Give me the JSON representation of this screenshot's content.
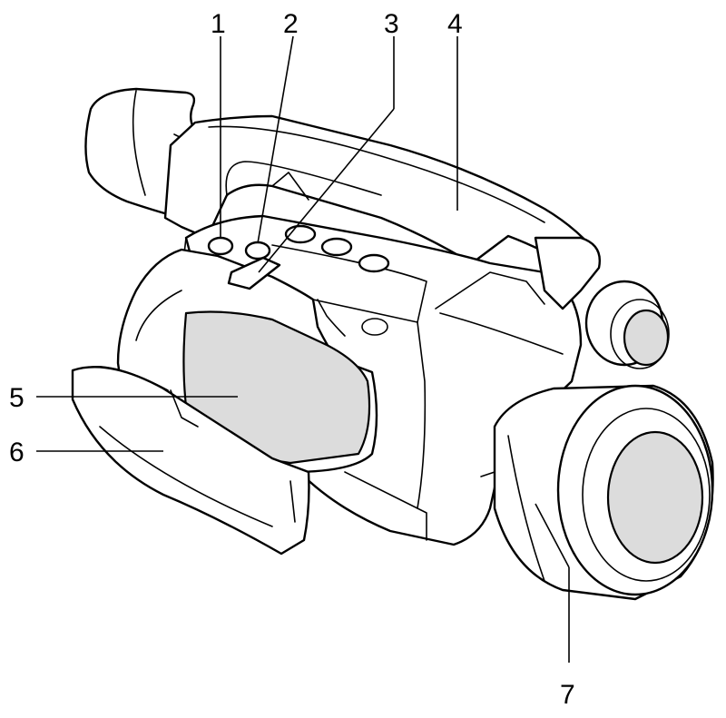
{
  "callouts": [
    {
      "id": "c1",
      "label": "1"
    },
    {
      "id": "c2",
      "label": "2"
    },
    {
      "id": "c3",
      "label": "3"
    },
    {
      "id": "c4",
      "label": "4"
    },
    {
      "id": "c5",
      "label": "5"
    },
    {
      "id": "c6",
      "label": "6"
    },
    {
      "id": "c7",
      "label": "7"
    }
  ],
  "colors": {
    "line": "#000000",
    "background": "#ffffff",
    "shade": "#dcdcdc"
  }
}
